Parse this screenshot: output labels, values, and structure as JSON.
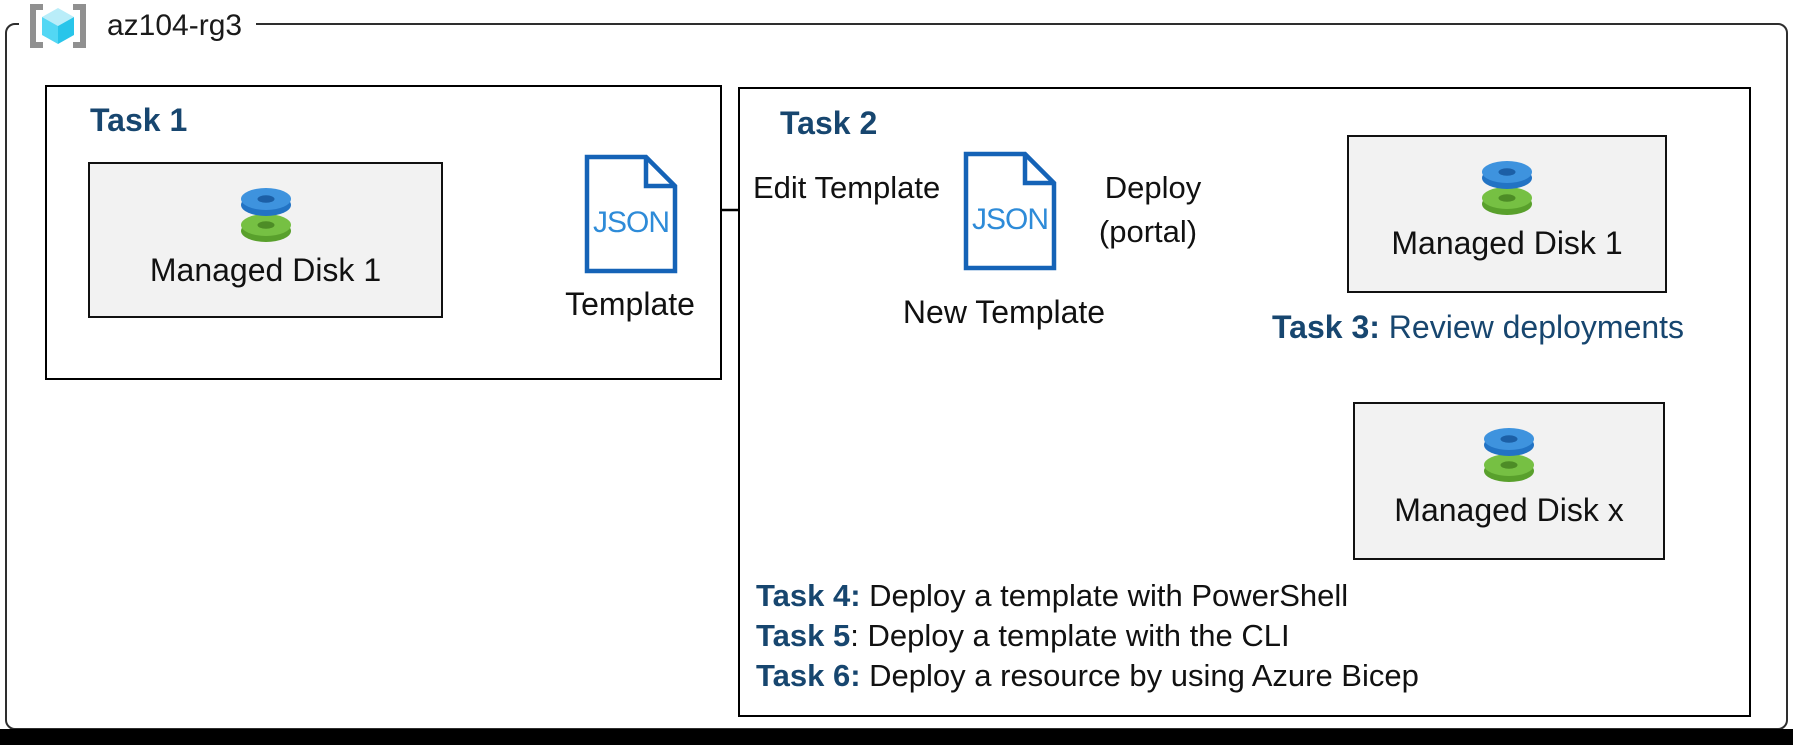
{
  "resource_group": {
    "name": "az104-rg3",
    "icon": "resource-group-icon"
  },
  "colors": {
    "title_blue": "#17466F",
    "json_doc_border": "#1563B7",
    "json_doc_text": "#2E8BD8",
    "disk_blue_top": "#3E93DE",
    "disk_blue_side": "#2273C4",
    "disk_green_top": "#76C043",
    "disk_green_side": "#59A02C",
    "box_fill": "#F2F2F2",
    "cube_cyan": "#45D2F2",
    "bracket_gray": "#909090"
  },
  "task1": {
    "title": "Task 1",
    "disk_box": {
      "label": "Managed Disk 1",
      "icon": "managed-disk-icon"
    },
    "json_doc": {
      "text": "JSON",
      "caption": "Template"
    }
  },
  "task2": {
    "title": "Task 2",
    "edit_arrow_label": "Edit Template",
    "json_doc": {
      "text": "JSON",
      "caption": "New Template"
    },
    "deploy_label": "Deploy",
    "portal_label": "(portal)",
    "disk_box_top": {
      "label": "Managed Disk 1",
      "icon": "managed-disk-icon"
    },
    "task3": {
      "prefix": "Task 3:",
      "text": " Review deployments"
    },
    "disk_box_bottom": {
      "label": "Managed Disk x",
      "icon": "managed-disk-icon"
    },
    "task_list": [
      {
        "prefix": "Task 4:",
        "text": " Deploy a template with PowerShell"
      },
      {
        "prefix": "Task 5",
        "text": ": Deploy a template with the CLI"
      },
      {
        "prefix": "Task 6:",
        "text": " Deploy a resource by using Azure Bicep"
      }
    ]
  }
}
